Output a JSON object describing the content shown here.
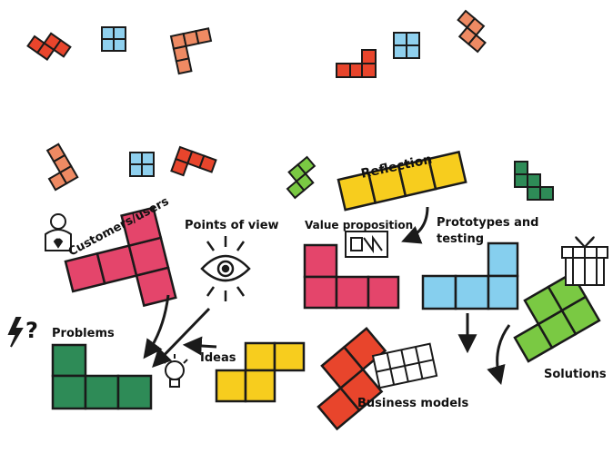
{
  "labels": {
    "reflection": "Reflection",
    "customers": "Customers/users",
    "points_of_view": "Points of view",
    "value_proposition": "Value proposition",
    "prototypes": "Prototypes and",
    "prototypes_line2": "testing",
    "problems": "Problems",
    "ideas": "Ideas",
    "solutions": "Solutions",
    "business_models": "Business models"
  },
  "colors": {
    "red": "#e8452c",
    "orange": "#ee8a63",
    "blue": "#8fd0ee",
    "yellow": "#f7cd1e",
    "green_light": "#7ac943",
    "green_dark": "#2e8b57",
    "pink": "#e4456b",
    "sky": "#86cfee",
    "outline": "#1a1a1a"
  },
  "icons": [
    "user-icon",
    "eye-icon",
    "lightbulb-icon",
    "gift-icon",
    "lightning-icon",
    "question-icon",
    "prototype-sketch-icon",
    "canvas-sketch-icon"
  ]
}
